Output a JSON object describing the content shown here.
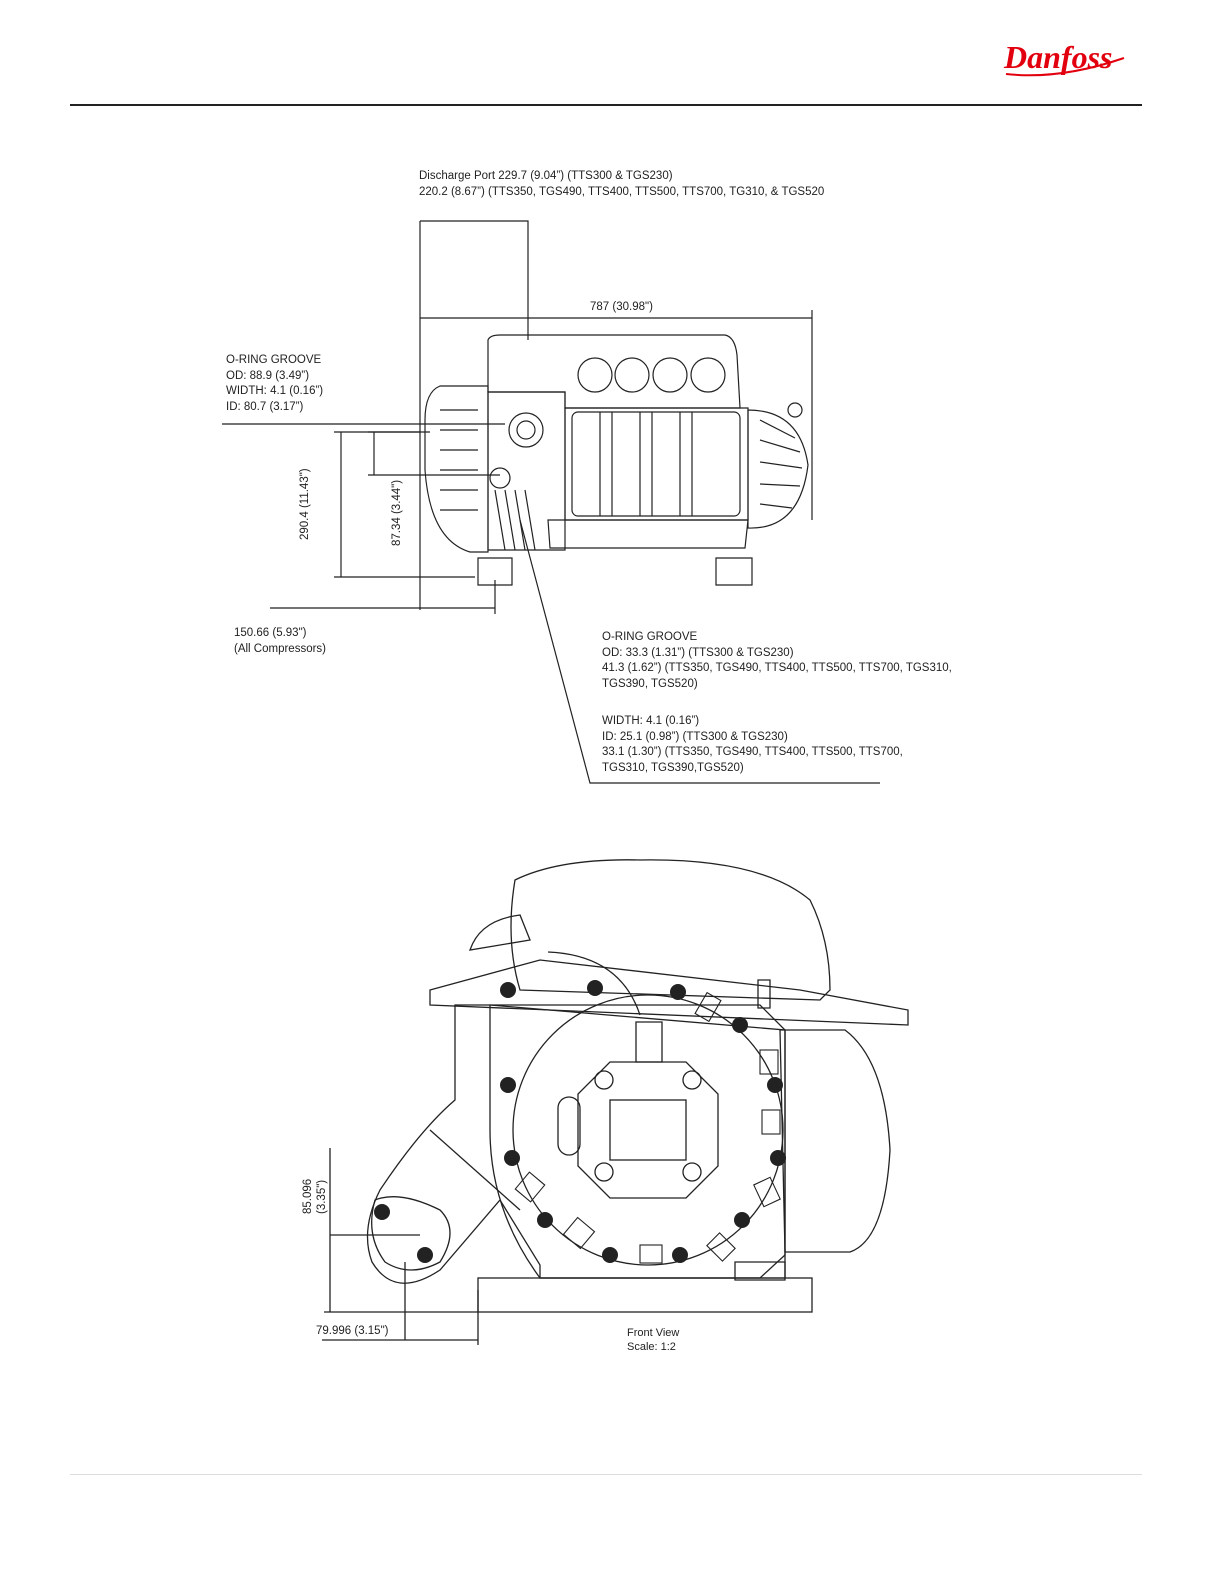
{
  "brand": {
    "name": "Danfoss",
    "color": "#e2000f"
  },
  "side_view": {
    "discharge_port": {
      "line1": "Discharge Port 229.7 (9.04”) (TTS300 & TGS230)",
      "line2": "220.2 (8.67”) (TTS350, TGS490, TTS400, TTS500, TTS700, TG310, & TGS520"
    },
    "overall_length": "787 (30.98\")",
    "oring_suction": {
      "title": "O-RING GROOVE",
      "od": "OD: 88.9 (3.49”)",
      "width": "WIDTH: 4.1 (0.16”)",
      "id": "ID: 80.7 (3.17”)"
    },
    "height_dim": "290.4 (11.43\")",
    "port_height_dim": "87.34 (3.44\")",
    "offset_dim": {
      "line1": "150.66 (5.93\")",
      "line2": "(All Compressors)"
    },
    "oring_discharge": {
      "title": "O-RING GROOVE",
      "od1": "OD: 33.3 (1.31”) (TTS300 & TGS230)",
      "od2": "41.3 (1.62”) (TTS350, TGS490, TTS400, TTS500, TTS700, TGS310,",
      "od3": "TGS390, TGS520)",
      "width": "WIDTH: 4.1 (0.16”)",
      "id1": "ID: 25.1 (0.98”) (TTS300 & TGS230)",
      "id2": "33.1 (1.30”) (TTS350, TGS490, TTS400, TTS500, TTS700,",
      "id3": "TGS310, TGS390,TGS520)"
    }
  },
  "front_view": {
    "height_dim_line1": "85.096",
    "height_dim_line2": "(3.35\")",
    "width_dim": "79.996 (3.15\")",
    "caption": "Front View",
    "scale": "Scale: 1:2"
  }
}
